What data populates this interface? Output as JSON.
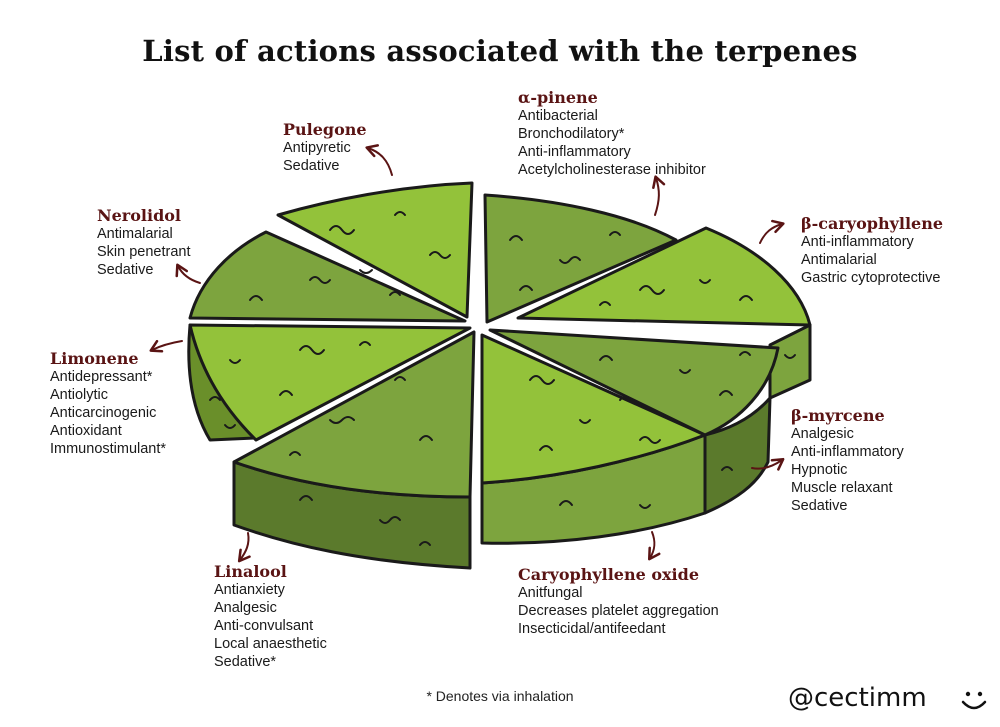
{
  "title": "List of actions associated with the terpenes",
  "footnote": "* Denotes via inhalation",
  "handle": "@cectimm",
  "terpenes": [
    {
      "name": "Pulegone",
      "actions": [
        "Antipyretic",
        "Sedative"
      ]
    },
    {
      "name": "α-pinene",
      "actions": [
        "Antibacterial",
        "Bronchodilatory*",
        "Anti-inflammatory",
        "Acetylcholinesterase inhibitor"
      ]
    },
    {
      "name": "β-caryophyllene",
      "actions": [
        "Anti-inflammatory",
        "Antimalarial",
        "Gastric cytoprotective"
      ]
    },
    {
      "name": "Nerolidol",
      "actions": [
        "Antimalarial",
        "Skin penetrant",
        "Sedative"
      ]
    },
    {
      "name": "Limonene",
      "actions": [
        "Antidepressant*",
        "Antiolytic",
        "Anticarcinogenic",
        "Antioxidant",
        "Immunostimulant*"
      ]
    },
    {
      "name": "β-myrcene",
      "actions": [
        "Analgesic",
        "Anti-inflammatory",
        "Hypnotic",
        "Muscle relaxant",
        "Sedative"
      ]
    },
    {
      "name": "Linalool",
      "actions": [
        "Antianxiety",
        "Analgesic",
        "Anti-convulsant",
        "Local anaesthetic",
        "Sedative*"
      ]
    },
    {
      "name": "Caryophyllene oxide",
      "actions": [
        "Anitfungal",
        "Decreases platelet aggregation",
        "Insecticidal/antifeedant"
      ]
    }
  ],
  "colors": {
    "light_green": "#93c23a",
    "mid_green": "#7da43e",
    "dark_green": "#5b7a2c",
    "side_green": "#6a8f2a",
    "outline": "#1a1a1a",
    "label_color": "#5a1414",
    "arrow_color": "#5a1414"
  }
}
